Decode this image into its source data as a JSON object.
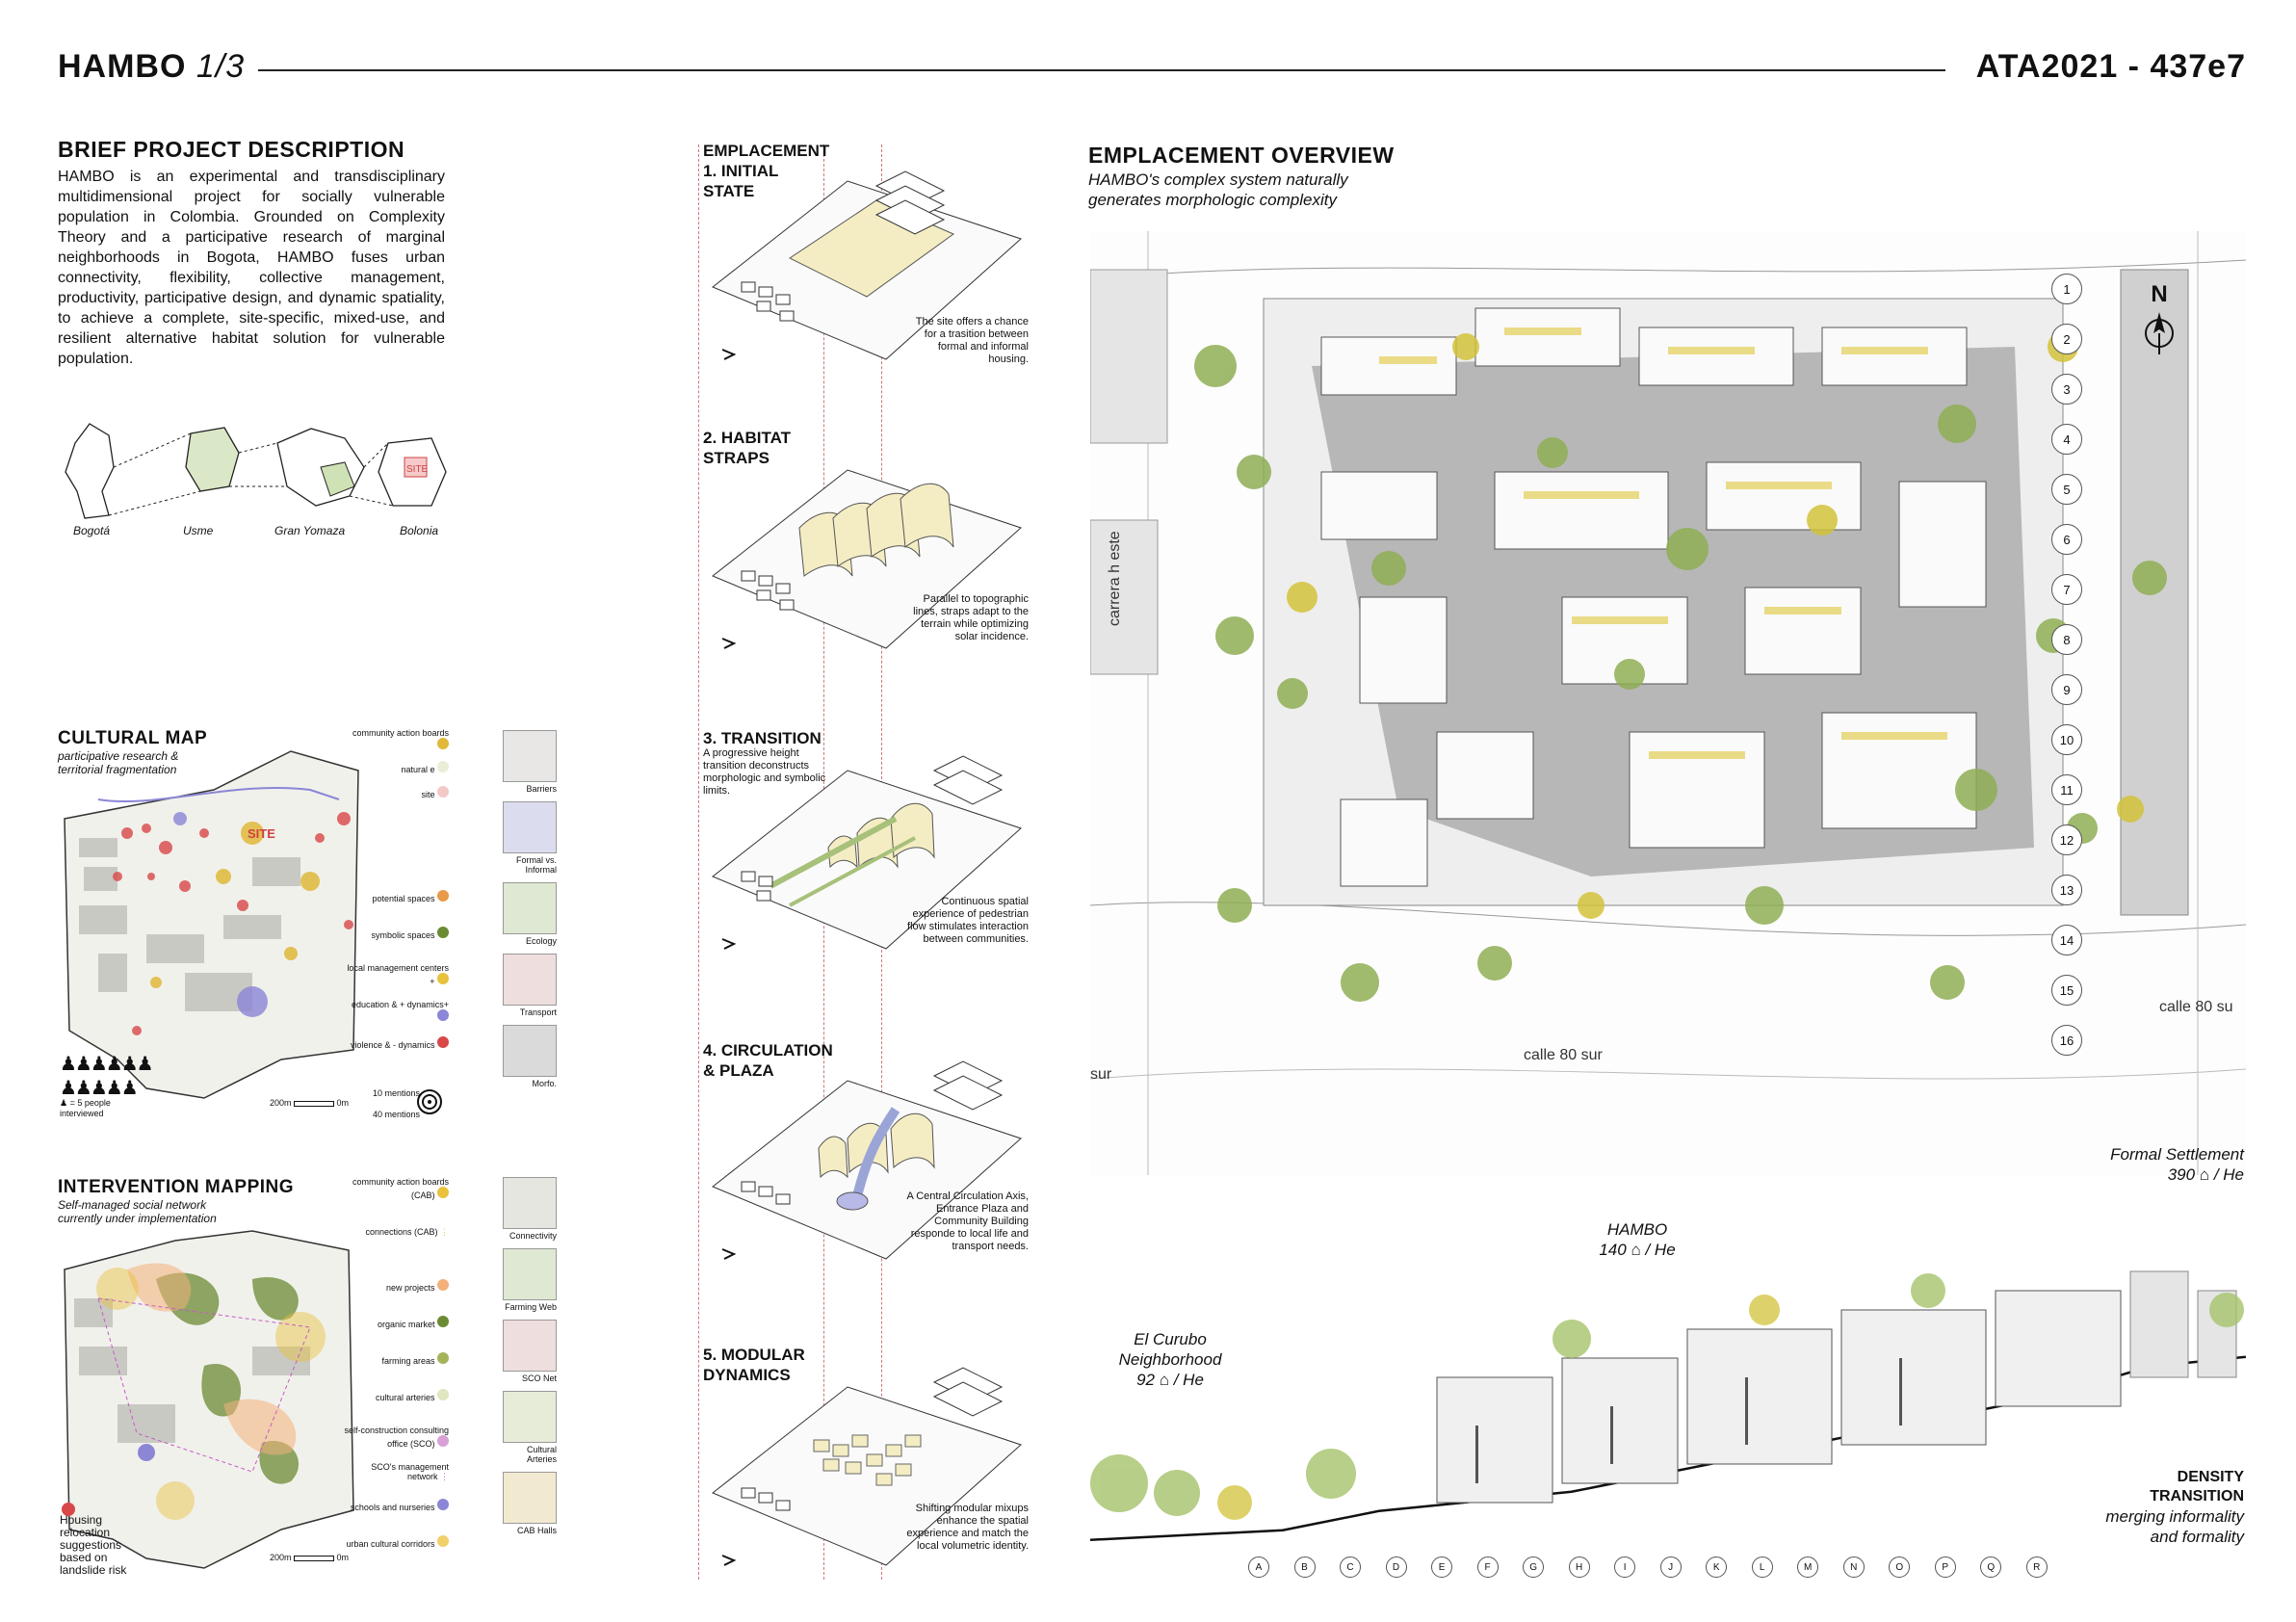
{
  "header": {
    "project": "HAMBO",
    "page": "1/3",
    "code": "ATA2021 - 437e7"
  },
  "description": {
    "title": "BRIEF PROJECT DESCRIPTION",
    "text": "HAMBO is an experimental and transdisciplinary multidimensional project for socially vulnerable population in Colombia. Grounded on Complexity Theory and a participative research of marginal neighborhoods in Bogota, HAMBO fuses urban connectivity, flexibility, collective management, productivity, participative design, and dynamic spatiality, to achieve a complete, site-specific, mixed-use, and resilient alternative habitat solution for vulnerable population."
  },
  "location_maps": {
    "labels": [
      "Bogotá",
      "Usme",
      "Gran Yomaza",
      "Bolonia"
    ],
    "site_tag": "SITE"
  },
  "cultural_map": {
    "title": "CULTURAL MAP",
    "subtitle": "participative research & territorial fragmentation",
    "site_tag": "SITE",
    "legend": [
      {
        "label": "community action boards",
        "color": "#e0b93a"
      },
      {
        "label": "natural e",
        "color": "#e9eed8"
      },
      {
        "label": "site",
        "color": "#f3c8c8"
      },
      {
        "label": "potential spaces",
        "color": "#e79a4a"
      },
      {
        "label": "symbolic spaces",
        "color": "#6b8a34"
      },
      {
        "label": "local management centers +",
        "color": "#e8c23c"
      },
      {
        "label": "education & + dynamics+",
        "color": "#8b86d6"
      },
      {
        "label": "violence & - dynamics",
        "color": "#d84848"
      }
    ],
    "people_note": "= 5 people interviewed",
    "scale": [
      "200m",
      "0m"
    ],
    "mentions": [
      "10 mentions",
      "40 mentions"
    ],
    "thumbnails": [
      "Barriers",
      "Formal vs. Informal",
      "Ecology",
      "Transport",
      "Morfo."
    ]
  },
  "intervention_map": {
    "title": "INTERVENTION MAPPING",
    "subtitle": "Self-managed social network currently under implementation",
    "legend": [
      {
        "label": "community action boards (CAB)",
        "color": "#e8c23c"
      },
      {
        "label": "connections (CAB)",
        "color": "#e8c23c"
      },
      {
        "label": "new projects",
        "color": "#f3b07a"
      },
      {
        "label": "organic market",
        "color": "#6b8a34"
      },
      {
        "label": "farming areas",
        "color": "#a5b35a"
      },
      {
        "label": "cultural arteries",
        "color": "#dfe6c0"
      },
      {
        "label": "self-construction consulting office (SCO)",
        "color": "#d7a0d6"
      },
      {
        "label": "SCO's management network",
        "color": "#c55cc4"
      },
      {
        "label": "schools and nurseries",
        "color": "#8b86d6"
      },
      {
        "label": "urban cultural corridors",
        "color": "#f1d06a"
      }
    ],
    "housing_note": "Housing relocation suggestions based on landslide risk",
    "scale": [
      "200m",
      "0m"
    ],
    "thumbnails": [
      "Connectivity",
      "Farming Web",
      "SCO Net",
      "Cultural Arteries",
      "CAB Halls"
    ]
  },
  "stages": [
    {
      "title": "EMPLACEMENT 1. INITIAL STATE",
      "text": "The site offers a chance for a trasition between formal and informal housing."
    },
    {
      "title": "2. HABITAT STRAPS",
      "text": "Parallel to topographic lines, straps adapt to the terrain while optimizing solar incidence."
    },
    {
      "title": "3. TRANSITION",
      "text": "A progressive height transition deconstructs morphologic and symbolic limits.",
      "text2": "Continuous spatial experience of pedestrian flow stimulates interaction between communities."
    },
    {
      "title": "4. CIRCULATION & PLAZA",
      "text": "A Central Circulation Axis, Entrance Plaza and Community Building responde to local life and transport needs."
    },
    {
      "title": "5. MODULAR DYNAMICS",
      "text": "Shifting modular mixups enhance the spatial experience and match the local volumetric identity."
    }
  ],
  "overview": {
    "title": "EMPLACEMENT OVERVIEW",
    "subtitle": "HAMBO's complex system naturally generates morphologic complexity",
    "streets": [
      "carrera h este",
      "calle 80 sur",
      "calle 80 su",
      "sur"
    ],
    "north": "N",
    "row_numbers": [
      "1",
      "2",
      "3",
      "4",
      "5",
      "6",
      "7",
      "8",
      "9",
      "10",
      "11",
      "12",
      "13",
      "14",
      "15",
      "16"
    ]
  },
  "section": {
    "formal": {
      "name": "Formal Settlement",
      "density": "390",
      "unit": "/ He"
    },
    "hambo": {
      "name": "HAMBO",
      "density": "140",
      "unit": "/ He"
    },
    "curubo": {
      "name": "El Curubo Neighborhood",
      "density": "92",
      "unit": "/ He"
    },
    "density_title": "DENSITY TRANSITION",
    "density_sub": "merging informality and formality",
    "axis_letters": [
      "A",
      "B",
      "C",
      "D",
      "E",
      "F",
      "G",
      "H",
      "I",
      "J",
      "K",
      "L",
      "M",
      "N",
      "O",
      "P",
      "Q",
      "R"
    ]
  }
}
